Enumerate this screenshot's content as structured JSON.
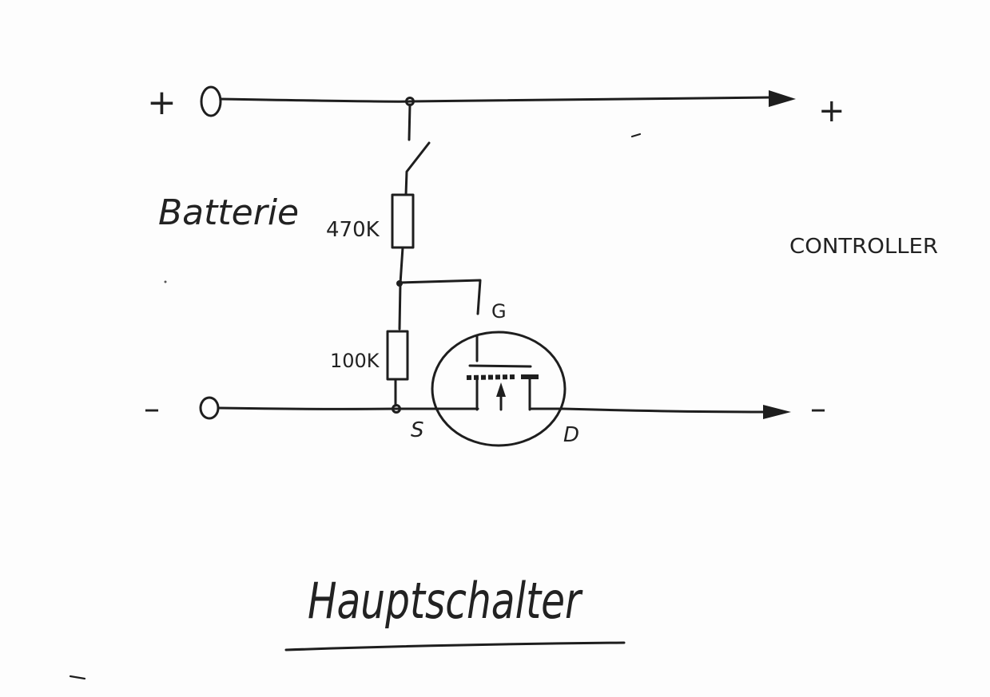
{
  "labels": {
    "plus_left": "+",
    "minus_left": "–",
    "plus_right": "+",
    "minus_right": "–",
    "battery": "Batterie",
    "controller": "CONTROLLER",
    "resistor_top": "470K",
    "resistor_bottom": "100K",
    "gate": "G",
    "source": "S",
    "drain": "D",
    "title": "Hauptschalter"
  },
  "colors": {
    "ink": "#1e1e1e",
    "paper": "#fdfdfd"
  }
}
